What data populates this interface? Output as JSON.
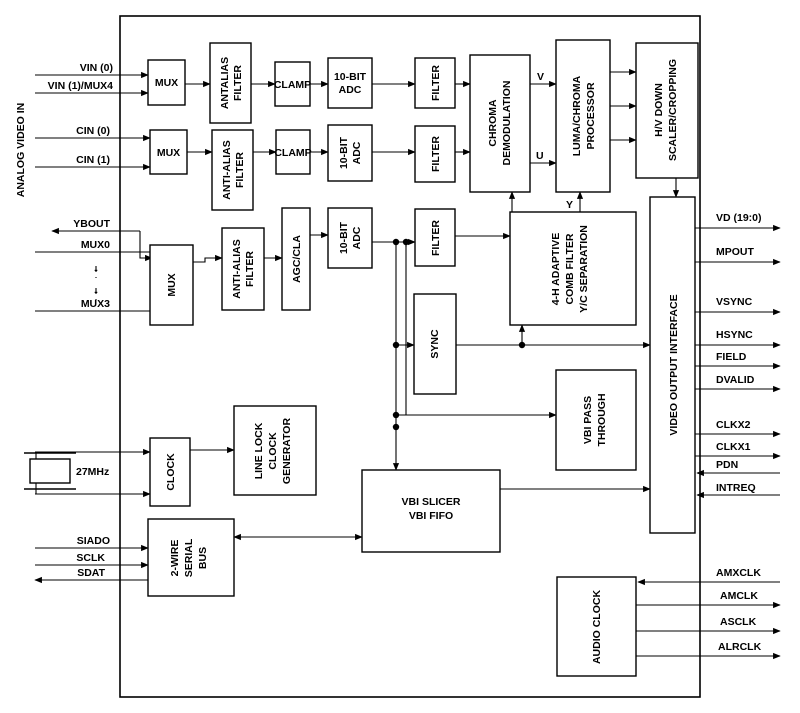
{
  "side_label": "ANALOG VIDEO IN",
  "inputs": {
    "vin0": "VIN (0)",
    "vin1": "VIN (1)/MUX4",
    "cin0": "CIN (0)",
    "cin1": "CIN (1)",
    "ybout": "YBOUT",
    "mux0": "MUX0",
    "mux3": "MUX3",
    "crystal": "27MHz",
    "siado": "SIADO",
    "sclk": "SCLK",
    "sdat": "SDAT"
  },
  "outputs": {
    "vd": "VD (19:0)",
    "mpout": "MPOUT",
    "vsync": "VSYNC",
    "hsync": "HSYNC",
    "field": "FIELD",
    "dvalid": "DVALID",
    "clkx2": "CLKX2",
    "clkx1": "CLKX1",
    "pdn": "PDN",
    "intreq": "INTREQ",
    "amxclk": "AMXCLK",
    "amclk": "AMCLK",
    "asclk": "ASCLK",
    "alrclk": "ALRCLK"
  },
  "blocks": {
    "mux1": [
      "MUX"
    ],
    "mux2": [
      "MUX"
    ],
    "mux3": [
      "MUX"
    ],
    "aa1": [
      "ANTALIAS",
      "FILTER"
    ],
    "aa2": [
      "ANTI-ALIAS",
      "FILTER"
    ],
    "aa3": [
      "ANTI-ALIAS",
      "FILTER"
    ],
    "clamp1": [
      "CLAMP"
    ],
    "clamp2": [
      "CLAMP"
    ],
    "agc": [
      "AGC/CLA"
    ],
    "adc1": [
      "10-BIT",
      "ADC"
    ],
    "adc2": [
      "10-BIT",
      "ADC"
    ],
    "adc3": [
      "10-BIT",
      "ADC"
    ],
    "filter1": [
      "FILTER"
    ],
    "filter2": [
      "FILTER"
    ],
    "filter3": [
      "FILTER"
    ],
    "chroma": [
      "CHROMA",
      "DEMODULATION"
    ],
    "luma": [
      "LUMA/CHROMA",
      "PROCESSOR"
    ],
    "scaler": [
      "H/V DOWN",
      "SCALER/CROPPING"
    ],
    "comb": [
      "4-H ADAPTIVE",
      "COMB FILTER",
      "Y/C SEPARATION"
    ],
    "sync": [
      "SYNC"
    ],
    "vbi_pass": [
      "VBI PASS",
      "THROUGH"
    ],
    "voi": [
      "VIDEO OUTPUT INTERFACE"
    ],
    "clock": [
      "CLOCK"
    ],
    "llc": [
      "LINE LOCK",
      "CLOCK",
      "GENERATOR"
    ],
    "vbi_slicer": [
      "VBI SLICER",
      "VBI FIFO"
    ],
    "serial": [
      "2-WIRE",
      "SERIAL",
      "BUS"
    ],
    "audio": [
      "AUDIO CLOCK"
    ]
  },
  "internal": {
    "v": "V",
    "u": "U",
    "y": "Y",
    "ellipsis_1": "-",
    "ellipsis_2": "-"
  }
}
